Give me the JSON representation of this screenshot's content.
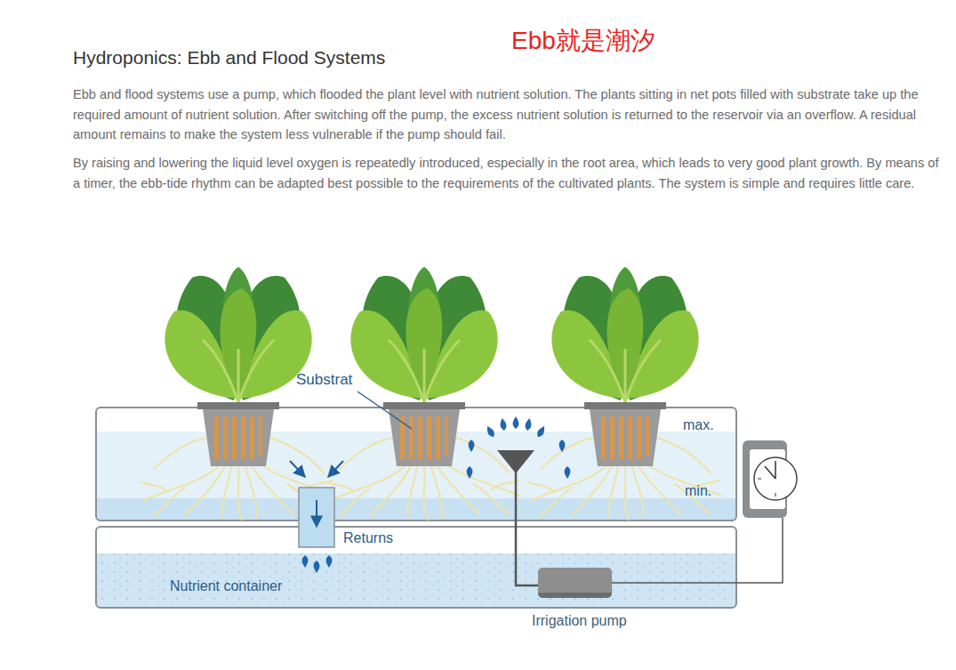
{
  "diagram": {
    "title": "Hydroponics: Ebb and Flood Systems",
    "nodes": [
      {
        "text": [
          "max.",
          "min."
        ]
      },
      {
        "text": [
          "Nutrient container"
        ]
      },
      {
        "text": [
          "Irrigation pump"
        ],
        "in": 1
      }
    ],
    "edges": [
      {
        "from": 2,
        "to": 0,
        "arrow": "none"
      },
      {
        "from": 0,
        "to": 1,
        "label": "Returns",
        "arrow": "to"
      }
    ],
    "labels": [
      "Ebb就是潮汐",
      "Ebb and flood systems use a pump, which flooded the plant level with nutrient solution. The plants sitting in net pots filled with substrate take up the required amount of nutrient solution. After switching off the pump, the excess nutrient solution is returned to the reservoir via an overflow. A residual amount remains to make the system less vulnerable if the pump should fail.",
      "By raising and lowering the liquid level oxygen is repeatedly introduced, especially in the root area, which leads to very good plant growth. By means of a timer, the ebb-tide rhythm can be adapted best possible to the requirements of the cultivated plants. The system is simple and requires little care.",
      "Substrat"
    ]
  }
}
